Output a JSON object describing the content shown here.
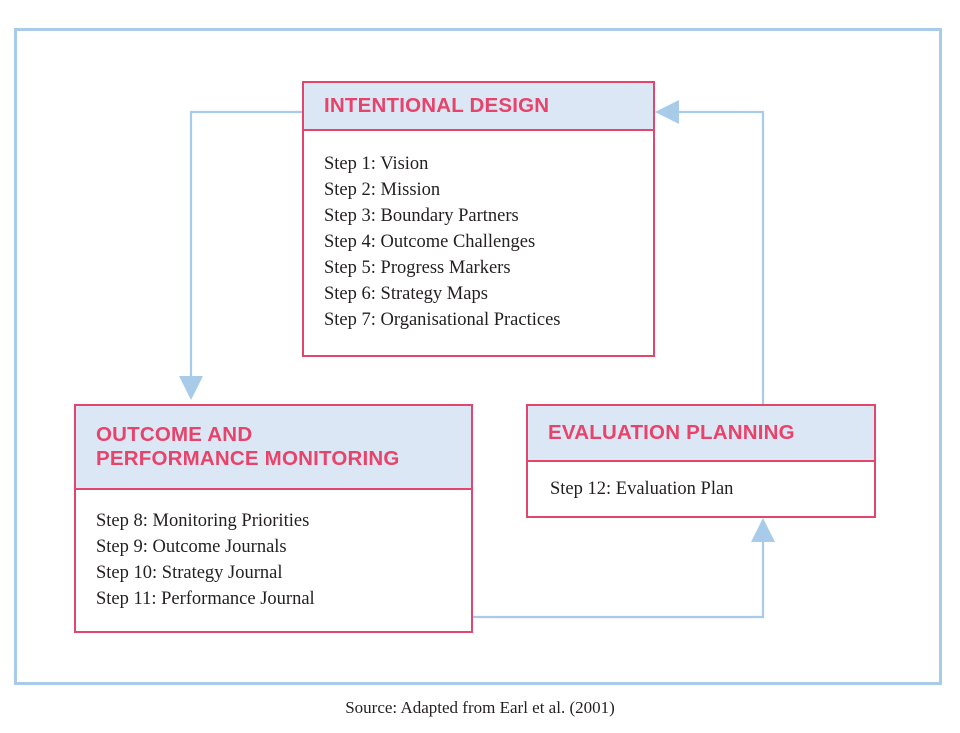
{
  "figure": {
    "caption": "Source: Adapted from Earl et al. (2001)",
    "frame_color": "#a9cbea",
    "box_border_color": "#e2466d",
    "header_fill_color": "#dbe7f4",
    "header_text_color": "#e8436a",
    "connector_color": "#a9cbea",
    "body_text_color": "#231f20"
  },
  "boxes": {
    "intentional_design": {
      "title_lines": [
        "INTENTIONAL DESIGN"
      ],
      "steps": [
        "Step 1: Vision",
        "Step 2: Mission",
        "Step 3: Boundary Partners",
        "Step 4: Outcome Challenges",
        "Step 5: Progress Markers",
        "Step 6: Strategy Maps",
        "Step 7: Organisational Practices"
      ]
    },
    "outcome_monitoring": {
      "title_lines": [
        "OUTCOME AND",
        "PERFORMANCE MONITORING"
      ],
      "steps": [
        "Step 8: Monitoring Priorities",
        "Step 9: Outcome Journals",
        "Step 10: Strategy Journal",
        "Step 11: Performance Journal"
      ]
    },
    "evaluation_planning": {
      "title_lines": [
        "EVALUATION PLANNING"
      ],
      "steps": [
        "Step 12: Evaluation Plan"
      ]
    }
  },
  "connectors": [
    {
      "name": "intentional-design-to-outcome-monitoring",
      "from": "intentional_design",
      "to": "outcome_monitoring",
      "direction": "down"
    },
    {
      "name": "outcome-monitoring-to-evaluation-planning",
      "from": "outcome_monitoring",
      "to": "evaluation_planning",
      "direction": "up"
    },
    {
      "name": "evaluation-planning-to-intentional-design",
      "from": "evaluation_planning",
      "to": "intentional_design",
      "direction": "left"
    }
  ]
}
